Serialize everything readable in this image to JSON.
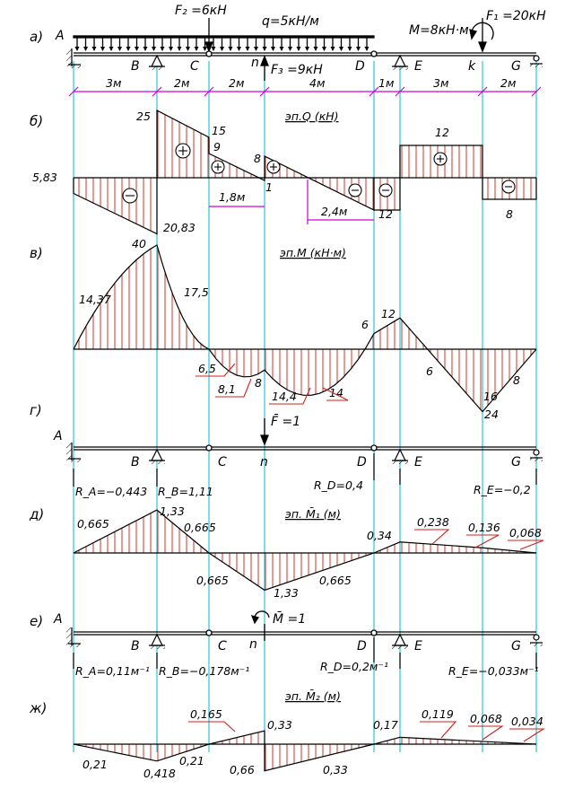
{
  "section_labels": {
    "a": "а)",
    "b": "б)",
    "v": "в)",
    "g": "г)",
    "d": "д)",
    "e": "е)",
    "zh": "ж)"
  },
  "beam": {
    "points": {
      "A": "A",
      "B": "B",
      "C": "C",
      "n": "n",
      "D": "D",
      "E": "E",
      "k": "k",
      "G": "G"
    },
    "loads": {
      "F2": "F₂ =6кН",
      "q": "q=5кН/м",
      "F3": "F₃ =9кН",
      "M": "M=8кН·м",
      "F1": "F₁ =20кН"
    },
    "spans": [
      "3м",
      "2м",
      "2м",
      "4м",
      "1м",
      "3м",
      "2м"
    ]
  },
  "diagram_Q": {
    "title": "эп.Q  (кН)",
    "values": {
      "v583": "5,83",
      "v25": "25",
      "v15": "15",
      "v9": "9",
      "v8": "8",
      "v1": "1",
      "v2083": "20,83",
      "v12a": "12",
      "v12b": "12",
      "v8b": "8"
    },
    "dims": {
      "d18": "1,8м",
      "d24": "2,4м"
    }
  },
  "diagram_M": {
    "title": "эп.M  (кН·м)",
    "values": {
      "v40": "40",
      "v1437": "14,37",
      "v175": "17,5",
      "v6": "6",
      "v12": "12",
      "v65": "6,5",
      "v81": "8,1",
      "v8": "8",
      "v144": "14,4",
      "v14": "14",
      "v6b": "6",
      "v16": "16",
      "v24": "24",
      "v8b": "8"
    }
  },
  "beam_g": {
    "force": "F̄ =1",
    "reactions": {
      "RA": "R_A=−0,443",
      "RB": "R_B=1,11",
      "RD": "R_D=0,4",
      "RE": "R_E=−0,2"
    }
  },
  "diagram_M1": {
    "title": "эп. M̄₁ (м)",
    "values": {
      "v0665a": "0,665",
      "v133a": "1,33",
      "v0665b": "0,665",
      "v0665c": "0,665",
      "v133b": "1,33",
      "v0665d": "0,665",
      "v034": "0,34",
      "v0238": "0,238",
      "v0136": "0,136",
      "v0068": "0,068"
    }
  },
  "beam_e": {
    "moment": "M̄ =1",
    "reactions": {
      "RA": "R_A=0,11м⁻¹",
      "RB": "R_B=−0,178м⁻¹",
      "RD": "R_D=0,2м⁻¹",
      "RE": "R_E=−0,033м⁻¹"
    }
  },
  "diagram_M2": {
    "title": "эп. M̄₂ (м)",
    "values": {
      "v021a": "0,21",
      "v0418": "0,418",
      "v021b": "0,21",
      "v0165": "0,165",
      "v033a": "0,33",
      "v066": "0,66",
      "v033b": "0,33",
      "v017": "0,17",
      "v0119": "0,119",
      "v0068": "0,068",
      "v0034": "0,034"
    }
  },
  "colors": {
    "hatch": "#c0392b",
    "guide": "#2bc6d6",
    "dim": "#d000d0",
    "ink": "#000000",
    "leader": "#d0201a"
  }
}
